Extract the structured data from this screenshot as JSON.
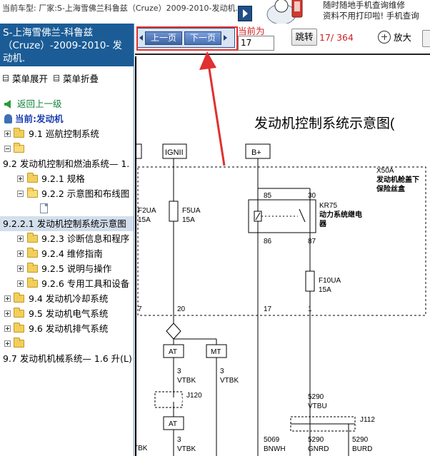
{
  "header": {
    "car_info": "当前车型:  厂家:S-上海雪佛兰科鲁兹（Cruze）2009-2010-发动机.",
    "ad_line1": "随时随地手机查询维修",
    "ad_line2": "资料不用打印啦! 手机查询"
  },
  "sidebar": {
    "title": "S-上海雪佛兰-科鲁兹（Cruze）-2009-2010- 发动机.",
    "expand_label": "菜单展开",
    "collapse_label": "菜单折叠",
    "back_label": "返回上一级",
    "current_label": "当前:发动机",
    "items": [
      {
        "label": "9.1 巡航控制系统"
      },
      {
        "label": ""
      },
      {
        "label": "9.2 发动机控制和燃油系统— 1."
      },
      {
        "label": "9.2.1 规格"
      },
      {
        "label": "9.2.2 示意图和布线图"
      },
      {
        "label": ""
      },
      {
        "label": "9.2.2.1 发动机控制系统示意图"
      },
      {
        "label": "9.2.3 诊断信息和程序"
      },
      {
        "label": "9.2.4 维修指南"
      },
      {
        "label": "9.2.5 说明与操作"
      },
      {
        "label": "9.2.6 专用工具和设备"
      },
      {
        "label": "9.4 发动机冷却系统"
      },
      {
        "label": "9.5 发动机电气系统"
      },
      {
        "label": "9.6 发动机排气系统"
      },
      {
        "label": ""
      },
      {
        "label": "9.7 发动机机械系统— 1.6 升(L)"
      }
    ]
  },
  "toolbar": {
    "prev_label": "上一页",
    "next_label": "下一页",
    "current_label": "当前为",
    "page_value": "17",
    "jump_label": "跳转",
    "page_count": "17/ 364",
    "zoom_label": "放大"
  },
  "diagram": {
    "title": "发动机控制系统示意图(",
    "connector_ign": "IGNII",
    "connector_bplus": "B+",
    "x50a_id": "X50A",
    "x50a_name_1": "发动机舱盖下",
    "x50a_name_2": "保险丝盒",
    "fuse_f2ua": "F2UA",
    "fuse_f2ua_amp": "15A",
    "fuse_f5ua": "F5UA",
    "fuse_f5ua_amp": "15A",
    "relay_id": "KR75",
    "relay_name_1": "动力系统继电",
    "relay_name_2": "器",
    "pin_85": "85",
    "pin_30": "30",
    "pin_86": "86",
    "pin_87": "87",
    "fuse_f10ua": "F10UA",
    "fuse_f10ua_amp": "15A",
    "pin_7": "7",
    "pin_20": "20",
    "pin_17": "17",
    "pin_1": "1",
    "at_1": "AT",
    "mt_1": "MT",
    "at_2": "AT",
    "wire_3a": "3",
    "wire_vtbk_a": "VTBK",
    "wire_3b": "3",
    "wire_vtbk_b": "VTBK",
    "j120": "J120",
    "wire_5290": "5290",
    "wire_vtbu": "VTBU",
    "j112": "J112",
    "bottom_1": "TBK",
    "bottom_3": "3",
    "bottom_vtbk": "VTBK",
    "bottom_5069": "5069",
    "bottom_bnwh": "BNWH",
    "bottom_5290a": "5290",
    "bottom_gnrd": "GNRD",
    "bottom_5290b": "5290",
    "bottom_burd": "BURD"
  },
  "colors": {
    "sidebar_title_bg": "#1b5c96",
    "highlight_red": "#e03030",
    "page_count_red": "#d22222",
    "back_link_green": "#10823a"
  }
}
